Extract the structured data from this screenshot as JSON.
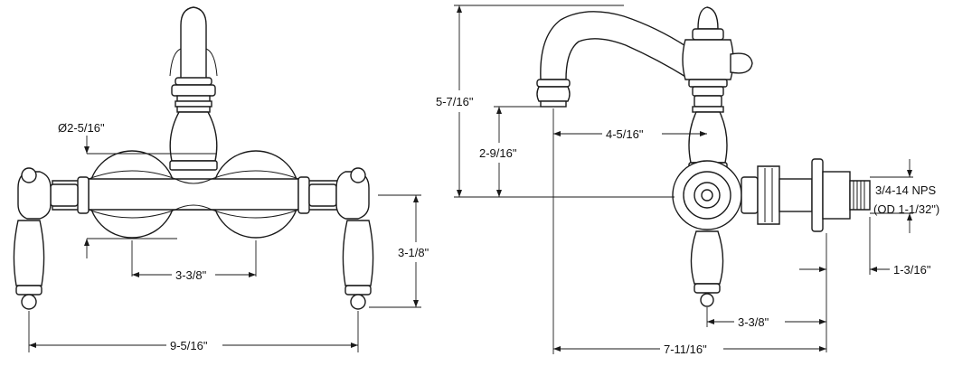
{
  "front_view": {
    "hole_diameter_label": "Ø2-5/16\"",
    "spout_spacing_label": "3-3/8\"",
    "height_label": "3-1/8\"",
    "overall_width_label": "9-5/16\""
  },
  "side_view": {
    "spout_height_label": "5-7/16\"",
    "spout_clearance_label": "2-9/16\"",
    "spout_reach_label": "4-5/16\"",
    "thread_label_line1": "3/4-14 NPS",
    "thread_label_line2": "(OD 1-1/32\")",
    "thread_length_label": "1-3/16\"",
    "wall_offset_label": "3-3/8\"",
    "overall_depth_label": "7-11/16\""
  }
}
